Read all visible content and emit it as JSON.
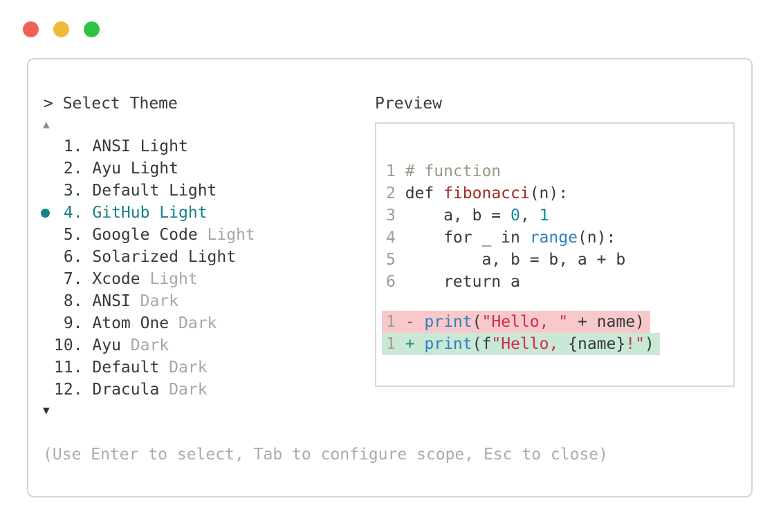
{
  "colors": {
    "text": "#343a40",
    "dim": "#a6a6a6",
    "linenum": "#9c9c9c",
    "footer": "#ababab",
    "accent": "#17808a",
    "comment": "#999988",
    "func": "#a42a22",
    "number": "#0d8a94",
    "builtin": "#2e7fc0",
    "string": "#d2294a",
    "minus": "#ce3b4d",
    "plus": "#1e9170",
    "removed_bg": "#f8c9ca",
    "added_bg": "#c9e8d5",
    "panel_border": "#d5d5d5",
    "preview_border": "#d9d9d9",
    "scroll_up": "#8f8f8f",
    "scroll_down": "#2e2e2e",
    "traffic_red": "#f0605a",
    "traffic_yellow": "#f2b838",
    "traffic_green": "#31c146"
  },
  "window": {
    "traffic_lights": [
      {
        "name": "close-button",
        "color_key": "traffic_red"
      },
      {
        "name": "minimize-button",
        "color_key": "traffic_yellow"
      },
      {
        "name": "zoom-button",
        "color_key": "traffic_green"
      }
    ]
  },
  "picker": {
    "title": "> Select Theme",
    "scroll_up_glyph": "▲",
    "scroll_down_glyph": "▼",
    "items": [
      {
        "num": "1.",
        "main": "ANSI Light",
        "dim": "",
        "selected": false
      },
      {
        "num": "2.",
        "main": "Ayu Light",
        "dim": "",
        "selected": false
      },
      {
        "num": "3.",
        "main": "Default Light",
        "dim": "",
        "selected": false
      },
      {
        "num": "4.",
        "main": "GitHub Light",
        "dim": "",
        "selected": true
      },
      {
        "num": "5.",
        "main": "Google Code",
        "dim": "Light",
        "selected": false
      },
      {
        "num": "6.",
        "main": "Solarized Light",
        "dim": "",
        "selected": false
      },
      {
        "num": "7.",
        "main": "Xcode",
        "dim": "Light",
        "selected": false
      },
      {
        "num": "8.",
        "main": "ANSI",
        "dim": "Dark",
        "selected": false
      },
      {
        "num": "9.",
        "main": "Atom One",
        "dim": "Dark",
        "selected": false
      },
      {
        "num": "10.",
        "main": "Ayu",
        "dim": "Dark",
        "selected": false
      },
      {
        "num": "11.",
        "main": "Default",
        "dim": "Dark",
        "selected": false
      },
      {
        "num": "12.",
        "main": "Dracula",
        "dim": "Dark",
        "selected": false
      }
    ]
  },
  "preview": {
    "title": "Preview",
    "code_lines": [
      {
        "num": "1",
        "tokens": [
          {
            "c": "comment",
            "t": "# function"
          }
        ]
      },
      {
        "num": "2",
        "tokens": [
          {
            "c": "plain",
            "t": "def "
          },
          {
            "c": "func",
            "t": "fibonacci"
          },
          {
            "c": "plain",
            "t": "(n):"
          }
        ]
      },
      {
        "num": "3",
        "tokens": [
          {
            "c": "plain",
            "t": "    a, b = "
          },
          {
            "c": "number",
            "t": "0"
          },
          {
            "c": "plain",
            "t": ", "
          },
          {
            "c": "number",
            "t": "1"
          }
        ]
      },
      {
        "num": "4",
        "tokens": [
          {
            "c": "plain",
            "t": "    for _ in "
          },
          {
            "c": "builtin",
            "t": "range"
          },
          {
            "c": "plain",
            "t": "(n):"
          }
        ]
      },
      {
        "num": "5",
        "tokens": [
          {
            "c": "plain",
            "t": "        a, b = b, a + b"
          }
        ]
      },
      {
        "num": "6",
        "tokens": [
          {
            "c": "plain",
            "t": "    return a"
          }
        ]
      }
    ],
    "diff_lines": [
      {
        "num": "1",
        "kind": "removed",
        "tokens": [
          {
            "c": "minus",
            "t": "- "
          },
          {
            "c": "builtin",
            "t": "print"
          },
          {
            "c": "plain",
            "t": "("
          },
          {
            "c": "string",
            "t": "\"Hello, \""
          },
          {
            "c": "plain",
            "t": " + name)"
          }
        ]
      },
      {
        "num": "1",
        "kind": "added",
        "tokens": [
          {
            "c": "plus",
            "t": "+ "
          },
          {
            "c": "builtin",
            "t": "print"
          },
          {
            "c": "plain",
            "t": "(f"
          },
          {
            "c": "string",
            "t": "\"Hello, "
          },
          {
            "c": "plain",
            "t": "{name}"
          },
          {
            "c": "string",
            "t": "!\""
          },
          {
            "c": "plain",
            "t": ")"
          }
        ]
      }
    ]
  },
  "footer": {
    "hint": "(Use Enter to select, Tab to configure scope, Esc to close)"
  }
}
